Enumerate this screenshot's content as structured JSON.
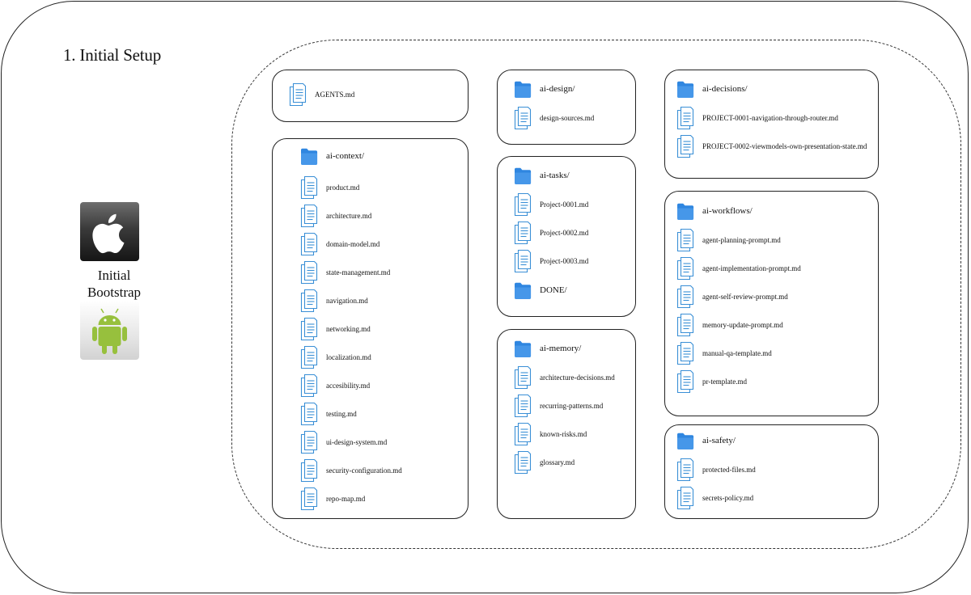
{
  "title": "1. Initial Setup",
  "bootstrap": {
    "label_line1": "Initial",
    "label_line2": "Bootstrap"
  },
  "icons": {
    "platform_a": "apple-logo-icon",
    "platform_b": "android-robot-icon",
    "file": "document-stack-icon",
    "folder": "folder-icon"
  },
  "colors": {
    "folder": "#2f86e0",
    "file_stroke": "#3a8fd6",
    "android": "#97c03d"
  },
  "agents_file": "AGENTS.md",
  "ai_context": {
    "folder": "ai-context/",
    "files": [
      "product.md",
      "architecture.md",
      "domain-model.md",
      "state-management.md",
      "navigation.md",
      "networking.md",
      "localization.md",
      "accesibility.md",
      "testing.md",
      "ui-design-system.md",
      "security-configuration.md",
      "repo-map.md"
    ]
  },
  "ai_design": {
    "folder": "ai-design/",
    "files": [
      "design-sources.md"
    ]
  },
  "ai_tasks": {
    "folder": "ai-tasks/",
    "files": [
      "Project-0001.md",
      "Project-0002.md",
      "Project-0003.md"
    ],
    "subfolder": "DONE/"
  },
  "ai_memory": {
    "folder": "ai-memory/",
    "files": [
      "architecture-decisions.md",
      "recurring-patterns.md",
      "known-risks.md",
      "glossary.md"
    ]
  },
  "ai_decisions": {
    "folder": "ai-decisions/",
    "files": [
      "PROJECT-0001-navigation-through-router.md",
      "PROJECT-0002-viewmodels-own-presentation-state.md"
    ]
  },
  "ai_workflows": {
    "folder": "ai-workflows/",
    "files": [
      "agent-planning-prompt.md",
      "agent-implementation-prompt.md",
      "agent-self-review-prompt.md",
      "memory-update-prompt.md",
      "manual-qa-template.md",
      "pr-template.md"
    ]
  },
  "ai_safety": {
    "folder": "ai-safety/",
    "files": [
      "protected-files.md",
      "secrets-policy.md"
    ]
  }
}
